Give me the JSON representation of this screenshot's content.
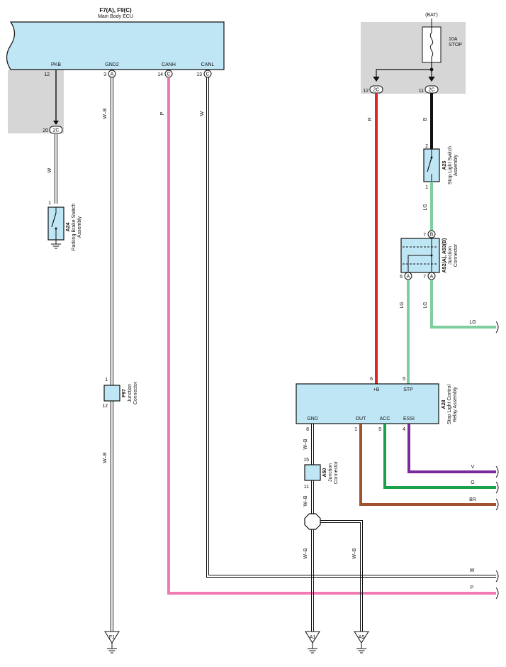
{
  "ecu": {
    "title": "F7(A), F9(C)",
    "subtitle": "Main Body ECU",
    "pins": [
      {
        "label": "PKB",
        "pin": "12",
        "conn": ""
      },
      {
        "label": "GND2",
        "pin": "3",
        "conn": "A"
      },
      {
        "label": "CANH",
        "pin": "14",
        "conn": "C"
      },
      {
        "label": "CANL",
        "pin": "13",
        "conn": "C"
      }
    ]
  },
  "bat": {
    "label": "(BAT)"
  },
  "fuse": {
    "rating": "10A",
    "name": "STOP",
    "conn": "2C",
    "pin_left": "12",
    "pin_right": "11"
  },
  "parking_conn": {
    "pin": "20",
    "conn": "2C"
  },
  "parking_switch": {
    "code": "A24",
    "name1": "Parking Brake Switch",
    "name2": "Assembly",
    "pin": "1"
  },
  "stop_switch": {
    "code": "A25",
    "name1": "Stop Light Switch",
    "name2": "Assembly",
    "pin_top": "2",
    "pin_bottom": "1"
  },
  "junction_a52": {
    "code": "A52(A), A53(B)",
    "name1": "Junction",
    "name2": "Connector",
    "pin_top": "7",
    "conn_top": "B",
    "pin_bl": "6",
    "conn_bl": "A",
    "pin_br": "7",
    "conn_br": "A"
  },
  "relay": {
    "code": "A28",
    "name1": "Stop Light Control",
    "name2": "Relay Assembly",
    "pins_top": [
      {
        "label": "+B",
        "pin": "6"
      },
      {
        "label": "STP",
        "pin": "5"
      }
    ],
    "pins_bottom": [
      {
        "label": "GND",
        "pin": "8"
      },
      {
        "label": "OUT",
        "pin": "1"
      },
      {
        "label": "ACC",
        "pin": "9"
      },
      {
        "label": "ESSI",
        "pin": "4"
      }
    ]
  },
  "junction_f97": {
    "code": "F97",
    "name1": "Junction",
    "name2": "Connector",
    "pin_top": "1",
    "pin_bottom": "12"
  },
  "junction_a50": {
    "code": "A50",
    "name1": "Junction",
    "name2": "Connector",
    "pin_top": "15",
    "pin_bottom": "11"
  },
  "wires": {
    "pkb": "W",
    "gnd2_top": "W–B",
    "gnd2_bottom": "W–B",
    "canh": "P",
    "canl": "W",
    "bat_r": "R",
    "bat_b": "B",
    "stop_lg": "LG",
    "j_lg_left": "LG",
    "j_lg_right": "LG",
    "lg_out": "LG",
    "relay_gnd_top": "W–B",
    "relay_gnd_mid": "W–B",
    "gnd_left": "W–B",
    "gnd_right": "W–B",
    "v_out": "V",
    "g_out": "G",
    "br_out": "BR",
    "w_out": "W",
    "p_out": "P"
  },
  "grounds": [
    "F1",
    "A1",
    "A5"
  ],
  "colors": {
    "box": "#bfe6f4",
    "shade": "#d6d6d6",
    "red": "#e0262a",
    "pink": "#f07ab4",
    "green_lg": "#7fce9e",
    "green_g": "#1aa14a",
    "violet": "#7a2a9a",
    "brown": "#a0522d",
    "black": "#111111"
  }
}
